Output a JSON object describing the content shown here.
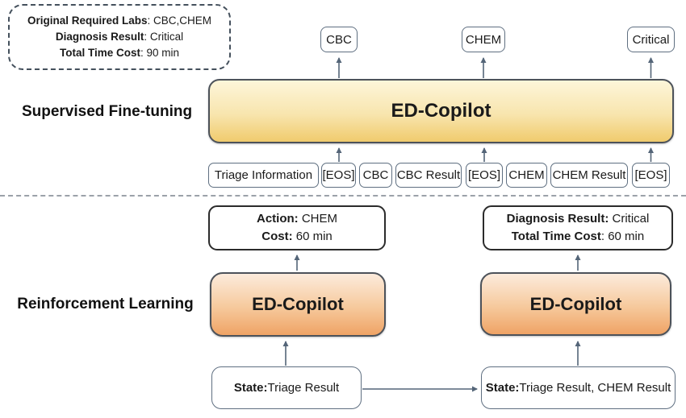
{
  "sft": {
    "label": "Supervised Fine-tuning",
    "info_box": {
      "lines": [
        {
          "label": "Original Required Labs",
          "value": ": CBC,CHEM"
        },
        {
          "label": "Diagnosis Result",
          "value": ": Critical"
        },
        {
          "label": "Total Time Cost",
          "value": ": 90 min"
        }
      ]
    },
    "model": "ED-Copilot",
    "outputs": [
      "CBC",
      "CHEM",
      "Critical"
    ],
    "tokens": [
      "Triage Information",
      "[EOS]",
      "CBC",
      "CBC Result",
      "[EOS]",
      "CHEM",
      "CHEM Result",
      "[EOS]"
    ]
  },
  "rl": {
    "label": "Reinforcement Learning",
    "left": {
      "output": {
        "lines": [
          {
            "label": "Action:",
            "value": " CHEM"
          },
          {
            "label": "Cost:",
            "value": " 60 min"
          }
        ]
      },
      "model": "ED-Copilot",
      "state": {
        "label": "State:",
        "value": " Triage Result"
      }
    },
    "right": {
      "output": {
        "lines": [
          {
            "label": "Diagnosis Result:",
            "value": " Critical"
          },
          {
            "label": "Total Time Cost",
            "value": ": 60 min"
          }
        ]
      },
      "model": "ED-Copilot",
      "state": {
        "label": "State:",
        "value": " Triage Result, CHEM Result"
      }
    }
  },
  "colors": {
    "sft_model_top": "#fdf6da",
    "sft_model_bottom": "#f0cb6d",
    "rl_model_top": "#fcebdc",
    "rl_model_bottom": "#efa365",
    "arrow": "#546578",
    "slate_border": "#5f6f81",
    "outline_border": "#2b2b2b"
  }
}
